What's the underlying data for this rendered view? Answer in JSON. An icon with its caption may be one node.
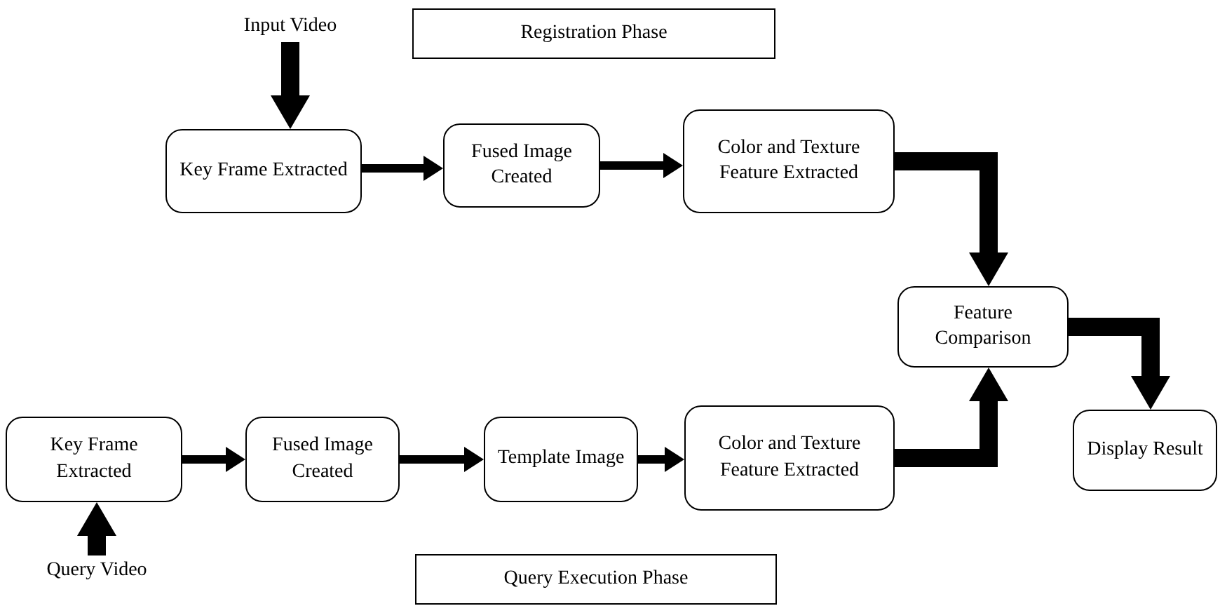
{
  "diagram": {
    "nodes": [
      {
        "text": [
          "Registration Phase"
        ]
      },
      {
        "text": [
          "Input Video"
        ]
      },
      {
        "text": [
          "Key Frame Extracted"
        ]
      },
      {
        "text": [
          "Fused Image Created"
        ]
      },
      {
        "text": [
          "Color and Texture Feature Extracted"
        ]
      },
      {
        "text": [
          "Feature Comparison"
        ]
      },
      {
        "text": [
          "Display Result"
        ]
      },
      {
        "text": [
          "Key Frame Extracted"
        ]
      },
      {
        "text": [
          "Fused Image Created"
        ]
      },
      {
        "text": [
          "Template Image"
        ]
      },
      {
        "text": [
          "Color and Texture Feature Extracted"
        ]
      },
      {
        "text": [
          "Query Video"
        ]
      },
      {
        "text": [
          "Query Execution Phase"
        ]
      }
    ],
    "edges": [
      {
        "from": 1,
        "to": 2,
        "arrow": "to",
        "style": "thick"
      },
      {
        "from": 2,
        "to": 3,
        "arrow": "to"
      },
      {
        "from": 3,
        "to": 4,
        "arrow": "to"
      },
      {
        "from": 4,
        "to": 5,
        "arrow": "to",
        "style": "thick"
      },
      {
        "from": 5,
        "to": 6,
        "arrow": "to",
        "style": "thick"
      },
      {
        "from": 11,
        "to": 7,
        "arrow": "to",
        "style": "thick"
      },
      {
        "from": 7,
        "to": 8,
        "arrow": "to"
      },
      {
        "from": 8,
        "to": 9,
        "arrow": "to"
      },
      {
        "from": 9,
        "to": 10,
        "arrow": "to"
      },
      {
        "from": 10,
        "to": 5,
        "arrow": "to",
        "style": "thick"
      }
    ]
  }
}
